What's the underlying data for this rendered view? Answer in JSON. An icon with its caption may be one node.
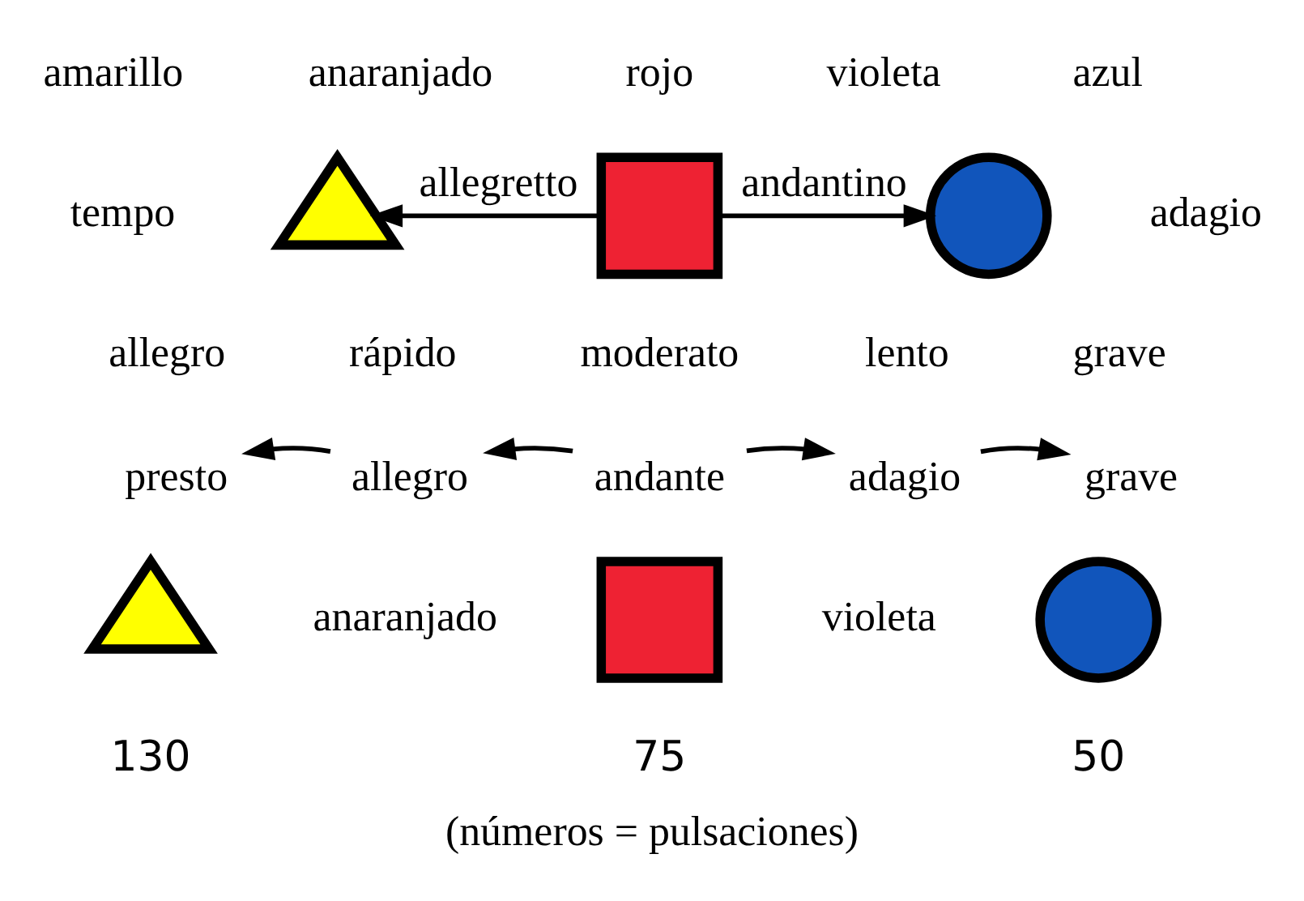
{
  "diagram": {
    "caption": "(números = pulsaciones)",
    "nodes": [
      {
        "text": [],
        "shape": "triangle"
      },
      {
        "text": [],
        "shape": "box"
      },
      {
        "text": [],
        "shape": "circle"
      },
      {
        "text": [],
        "shape": "triangle",
        "beside": [
          "130"
        ]
      },
      {
        "text": [],
        "shape": "box",
        "beside": [
          "75"
        ]
      },
      {
        "text": [],
        "shape": "circle",
        "beside": [
          "50"
        ]
      },
      {
        "text": [
          "presto"
        ]
      },
      {
        "text": [
          "allegro"
        ]
      },
      {
        "text": [
          "andante"
        ]
      },
      {
        "text": [
          "adagio"
        ]
      },
      {
        "text": [
          "grave"
        ]
      }
    ],
    "edges": [
      {
        "from": 1,
        "to": 0,
        "arrow": "to",
        "label": "allegretto"
      },
      {
        "from": 1,
        "to": 2,
        "arrow": "to",
        "label": "andantino"
      },
      {
        "from": 7,
        "to": 6,
        "arrow": "to"
      },
      {
        "from": 8,
        "to": 7,
        "arrow": "to"
      },
      {
        "from": 8,
        "to": 9,
        "arrow": "to"
      },
      {
        "from": 9,
        "to": 10,
        "arrow": "to"
      }
    ],
    "labels": [
      "amarillo",
      "anaranjado",
      "rojo",
      "violeta",
      "azul",
      "tempo",
      "rápido",
      "lento",
      "adagio",
      "allegro",
      "moderato",
      "grave",
      "anaranjado",
      "violeta"
    ]
  }
}
